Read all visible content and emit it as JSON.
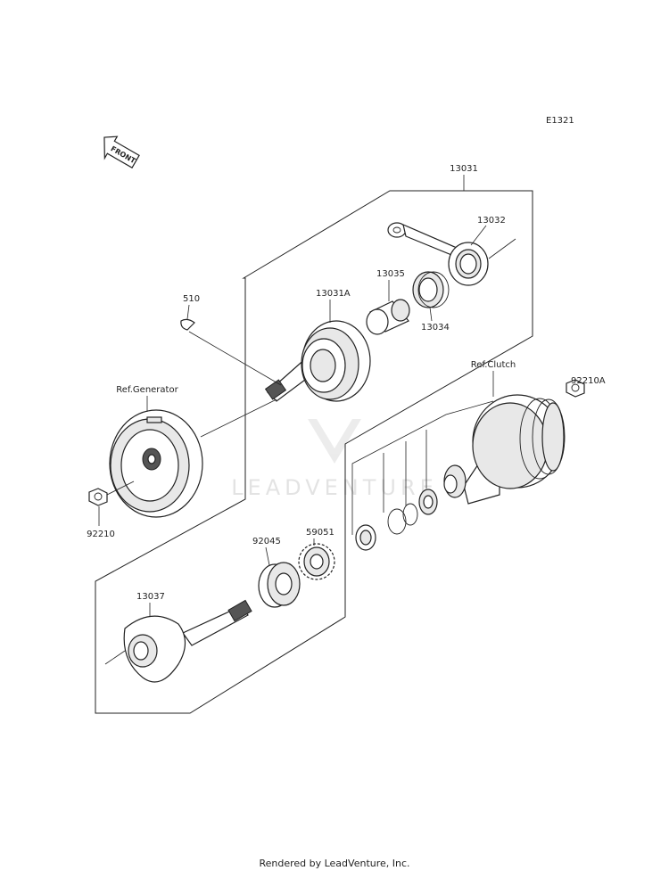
{
  "diagram_code": "E1321",
  "front_label": "FRONT",
  "watermark": "LEADVENTURE",
  "footer": "Rendered by LeadVenture, Inc.",
  "parts": {
    "p13031": "13031",
    "p13032": "13032",
    "p13035": "13035",
    "p13034": "13034",
    "p13031a": "13031A",
    "p510": "510",
    "ref_generator": "Ref.Generator",
    "ref_clutch": "Ref.Clutch",
    "p92210a": "92210A",
    "p92210": "92210",
    "p92045": "92045",
    "p59051": "59051",
    "p13037": "13037"
  }
}
